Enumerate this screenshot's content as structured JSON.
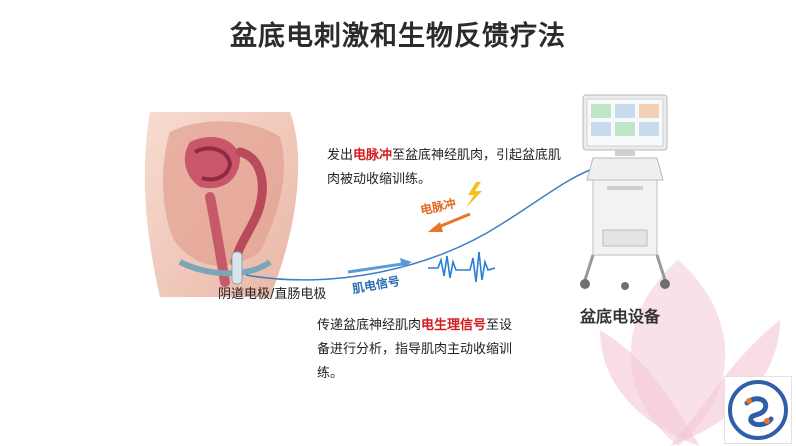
{
  "title": "盆底电刺激和生物反馈疗法",
  "top_text": {
    "prefix": "发出",
    "highlight": "电脉冲",
    "suffix": "至盆底神经肌肉，引起盆底肌肉被动收缩训练。"
  },
  "bottom_text": {
    "prefix": "传递盆底神经肌肉",
    "highlight": "电生理信号",
    "suffix": "至设备进行分析，指导肌肉主动收缩训练。"
  },
  "labels": {
    "probe": "阴道电极/直肠电极",
    "device": "盆底电设备",
    "pulse_arrow": "电脉冲",
    "emg_arrow": "肌电信号"
  },
  "colors": {
    "highlight": "#d51c1c",
    "pulse_arrow": "#e8772a",
    "emg_arrow": "#5b9bd5",
    "connector": "#3d7fc4"
  },
  "icons": [
    "anatomy-illustration",
    "stimulator-device",
    "lightning-icon",
    "emg-waveform-icon",
    "hospital-logo"
  ]
}
